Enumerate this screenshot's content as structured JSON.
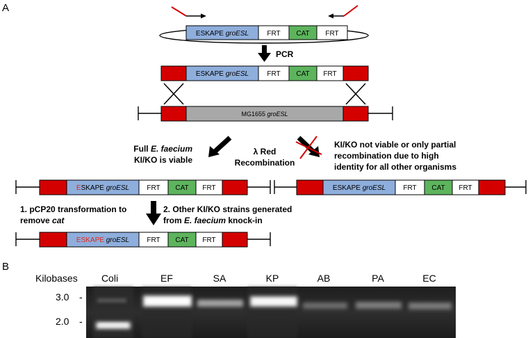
{
  "panel_a": {
    "label": "A",
    "plasmid": {
      "eskape": "ESKAPE ",
      "groesl": "groESL",
      "frt1": "FRT",
      "cat": "CAT",
      "frt2": "FRT"
    },
    "pcr_label": "PCR",
    "pcr_product": {
      "eskape": "ESKAPE ",
      "groesl": "groESL",
      "frt1": "FRT",
      "cat": "CAT",
      "frt2": "FRT"
    },
    "chromosome": {
      "mg": "MG1655 ",
      "groesl": "groESL"
    },
    "left_caption": {
      "line1_a": "Full ",
      "line1_b": "E. faecium",
      "line2": "KI/KO is viable"
    },
    "middle_caption": {
      "line1": "λ Red",
      "line2": "Recombination"
    },
    "right_caption": {
      "line1": "KI/KO not viable or only partial",
      "line2": "recombination due to high",
      "line3": "identity for all other organisms"
    },
    "knockin_left": {
      "e": "E",
      "rest": "SKAPE ",
      "groesl": "groESL",
      "frt1": "FRT",
      "cat": "CAT",
      "frt2": "FRT"
    },
    "knockin_right": {
      "eskape": "ESKAPE ",
      "groesl": "groESL",
      "frt1": "FRT",
      "cat": "CAT",
      "frt2": "FRT"
    },
    "step1": {
      "line1": "1. pCP20 transformation to",
      "line2_a": "remove ",
      "line2_b": "cat"
    },
    "step2": {
      "line1": "2. Other KI/KO strains generated",
      "line2_a": "from ",
      "line2_b": "E. faecium",
      "line2_c": " knock-in"
    },
    "final": {
      "e": "E",
      "skape": "SKAPE",
      "space": " ",
      "groesl": "groESL",
      "frt1": "FRT",
      "cat": "CAT",
      "frt2": "FRT"
    }
  },
  "panel_b": {
    "label": "B",
    "kilobases": "Kilobases",
    "lanes": [
      "Coli",
      "EF",
      "SA",
      "KP",
      "AB",
      "PA",
      "EC"
    ],
    "markers": [
      "3.0",
      "2.0"
    ],
    "marker_dash": "-"
  },
  "colors": {
    "red": "#d40000",
    "blue": "#8eaedc",
    "green": "#5db45d",
    "gray": "#a8a8a8",
    "gel_bg": "#232323",
    "accent_text": "#e0281e"
  }
}
